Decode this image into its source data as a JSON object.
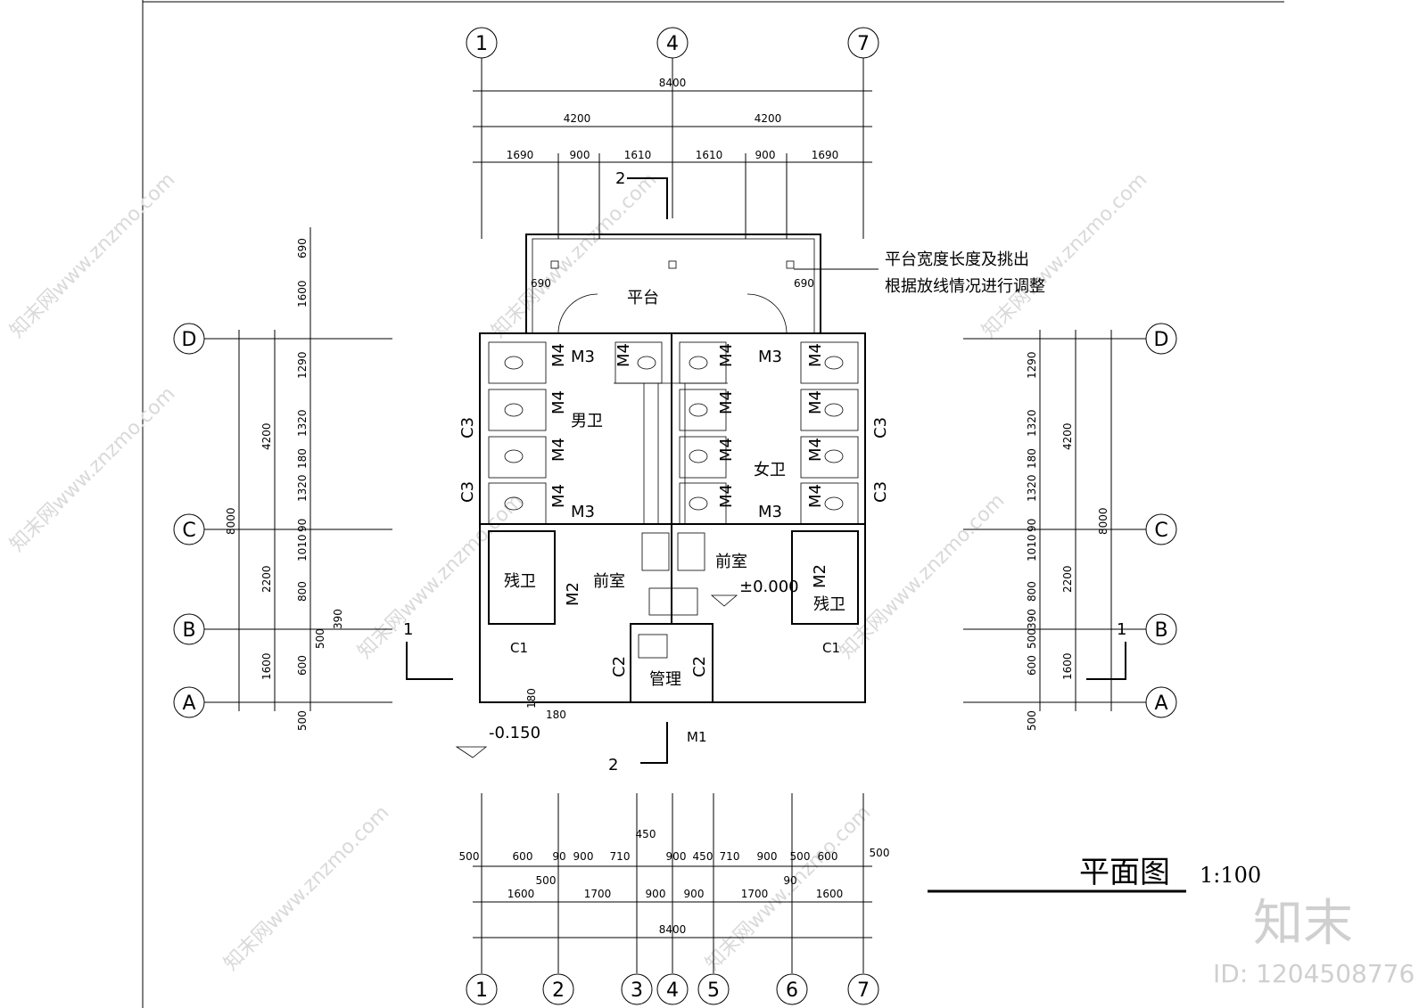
{
  "title": {
    "main": "平面图",
    "scale": "1:100"
  },
  "grid_cols_top": [
    "1",
    "4",
    "7"
  ],
  "grid_cols_bottom": [
    "1",
    "2",
    "3",
    "4",
    "5",
    "6",
    "7"
  ],
  "grid_rows": [
    "D",
    "C",
    "B",
    "A"
  ],
  "top_dims": {
    "total": "8400",
    "halves": [
      "4200",
      "4200"
    ],
    "parts": [
      "1690",
      "900",
      "1610",
      "1610",
      "900",
      "1690"
    ]
  },
  "bottom_dims": {
    "row1": [
      "500",
      "600",
      "90",
      "900",
      "710",
      "450",
      "900",
      "450",
      "710",
      "900",
      "500",
      "600",
      "500"
    ],
    "row1_extra": [
      "500",
      "90"
    ],
    "row2": [
      "1600",
      "1700",
      "900",
      "900",
      "1700",
      "1600"
    ],
    "total": "8400"
  },
  "side_dims": {
    "outer": [
      "690",
      "1600",
      "1290",
      "1320",
      "180",
      "1320",
      "90",
      "1010",
      "800",
      "390",
      "500",
      "600",
      "500"
    ],
    "mid_left": [
      "4200",
      "2200",
      "1600"
    ],
    "total": "8000"
  },
  "rooms": {
    "platform": "平台",
    "men": "男卫",
    "women": "女卫",
    "vestibule": "前室",
    "accessible": "残卫",
    "management": "管理"
  },
  "labels": {
    "m1": "M1",
    "m2": "M2",
    "m3": "M3",
    "m4": "M4",
    "c1": "C1",
    "c2": "C2",
    "c3": "C3",
    "section_1": "1",
    "section_2": "2",
    "elev_zero": "±0.000",
    "elev_low": "-0.150",
    "dim_690": "690",
    "dim_180": "180"
  },
  "note": [
    "平台宽度长度及挑出",
    "根据放线情况进行调整"
  ],
  "watermark": {
    "logo": "知末",
    "id": "ID: 1204508776",
    "site": "知末网www.znzmo.com"
  }
}
